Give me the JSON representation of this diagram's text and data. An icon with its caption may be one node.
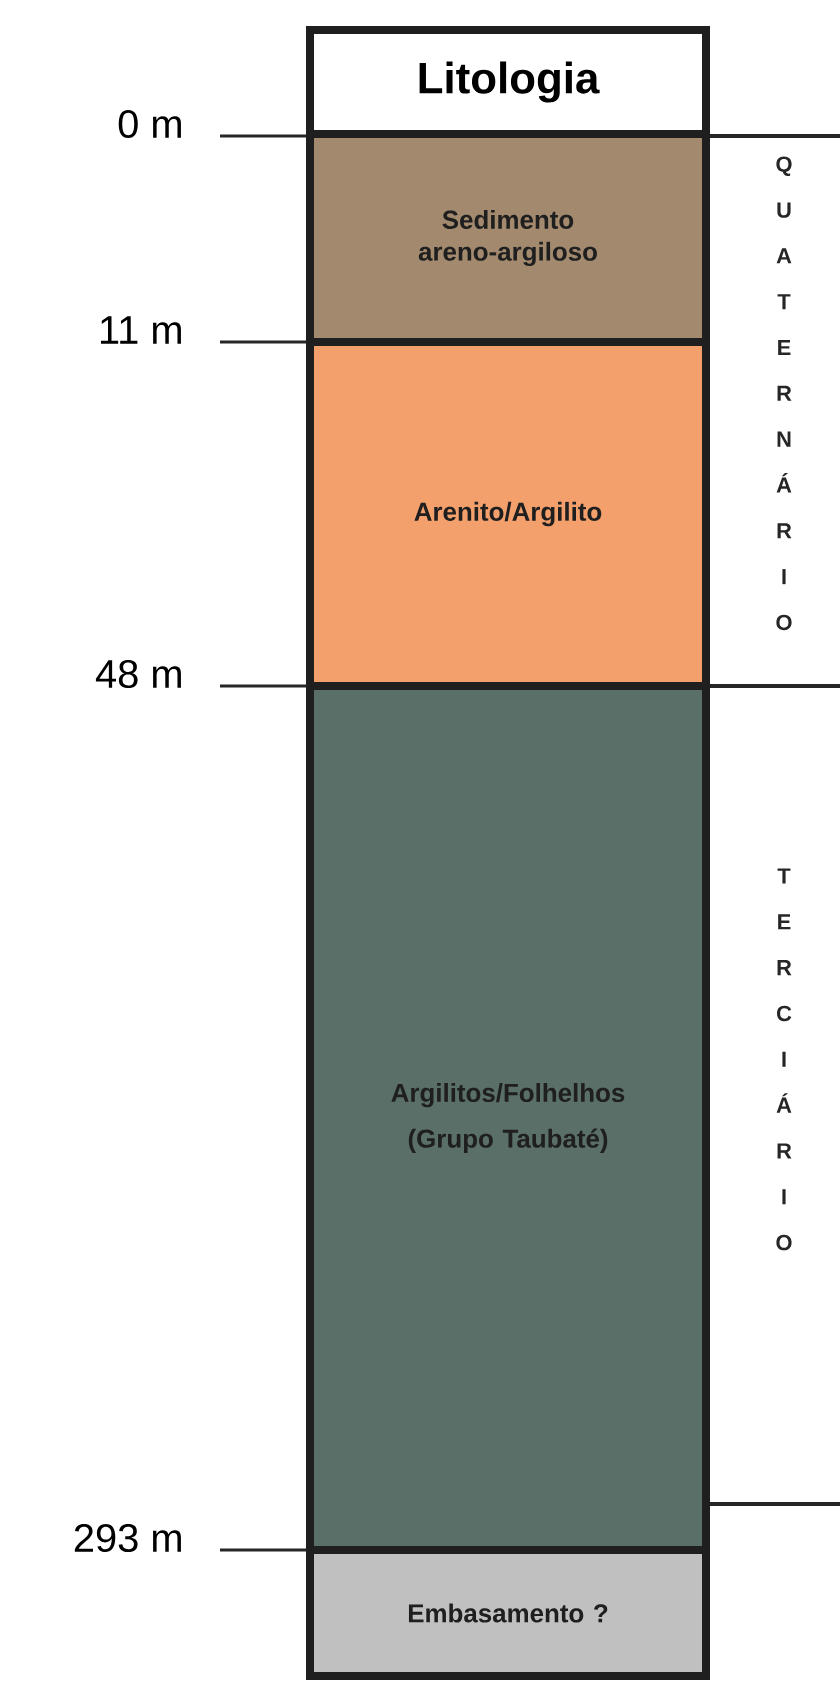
{
  "diagram": {
    "nodes": [
      {
        "text": [
          "Litologia"
        ]
      },
      {
        "text": [
          "Sedimento areno-argiloso"
        ]
      },
      {
        "text": [
          "Arenito/Argilito"
        ]
      },
      {
        "text": [
          "Argilitos/Folhelhos (Grupo Taubaté)"
        ]
      },
      {
        "text": [
          "Embasamento ?"
        ]
      }
    ],
    "labels": [
      "0 m",
      "11 m",
      "48 m",
      "293 m",
      "QUATERNÁRIO",
      "TERCIÁRIO"
    ]
  }
}
